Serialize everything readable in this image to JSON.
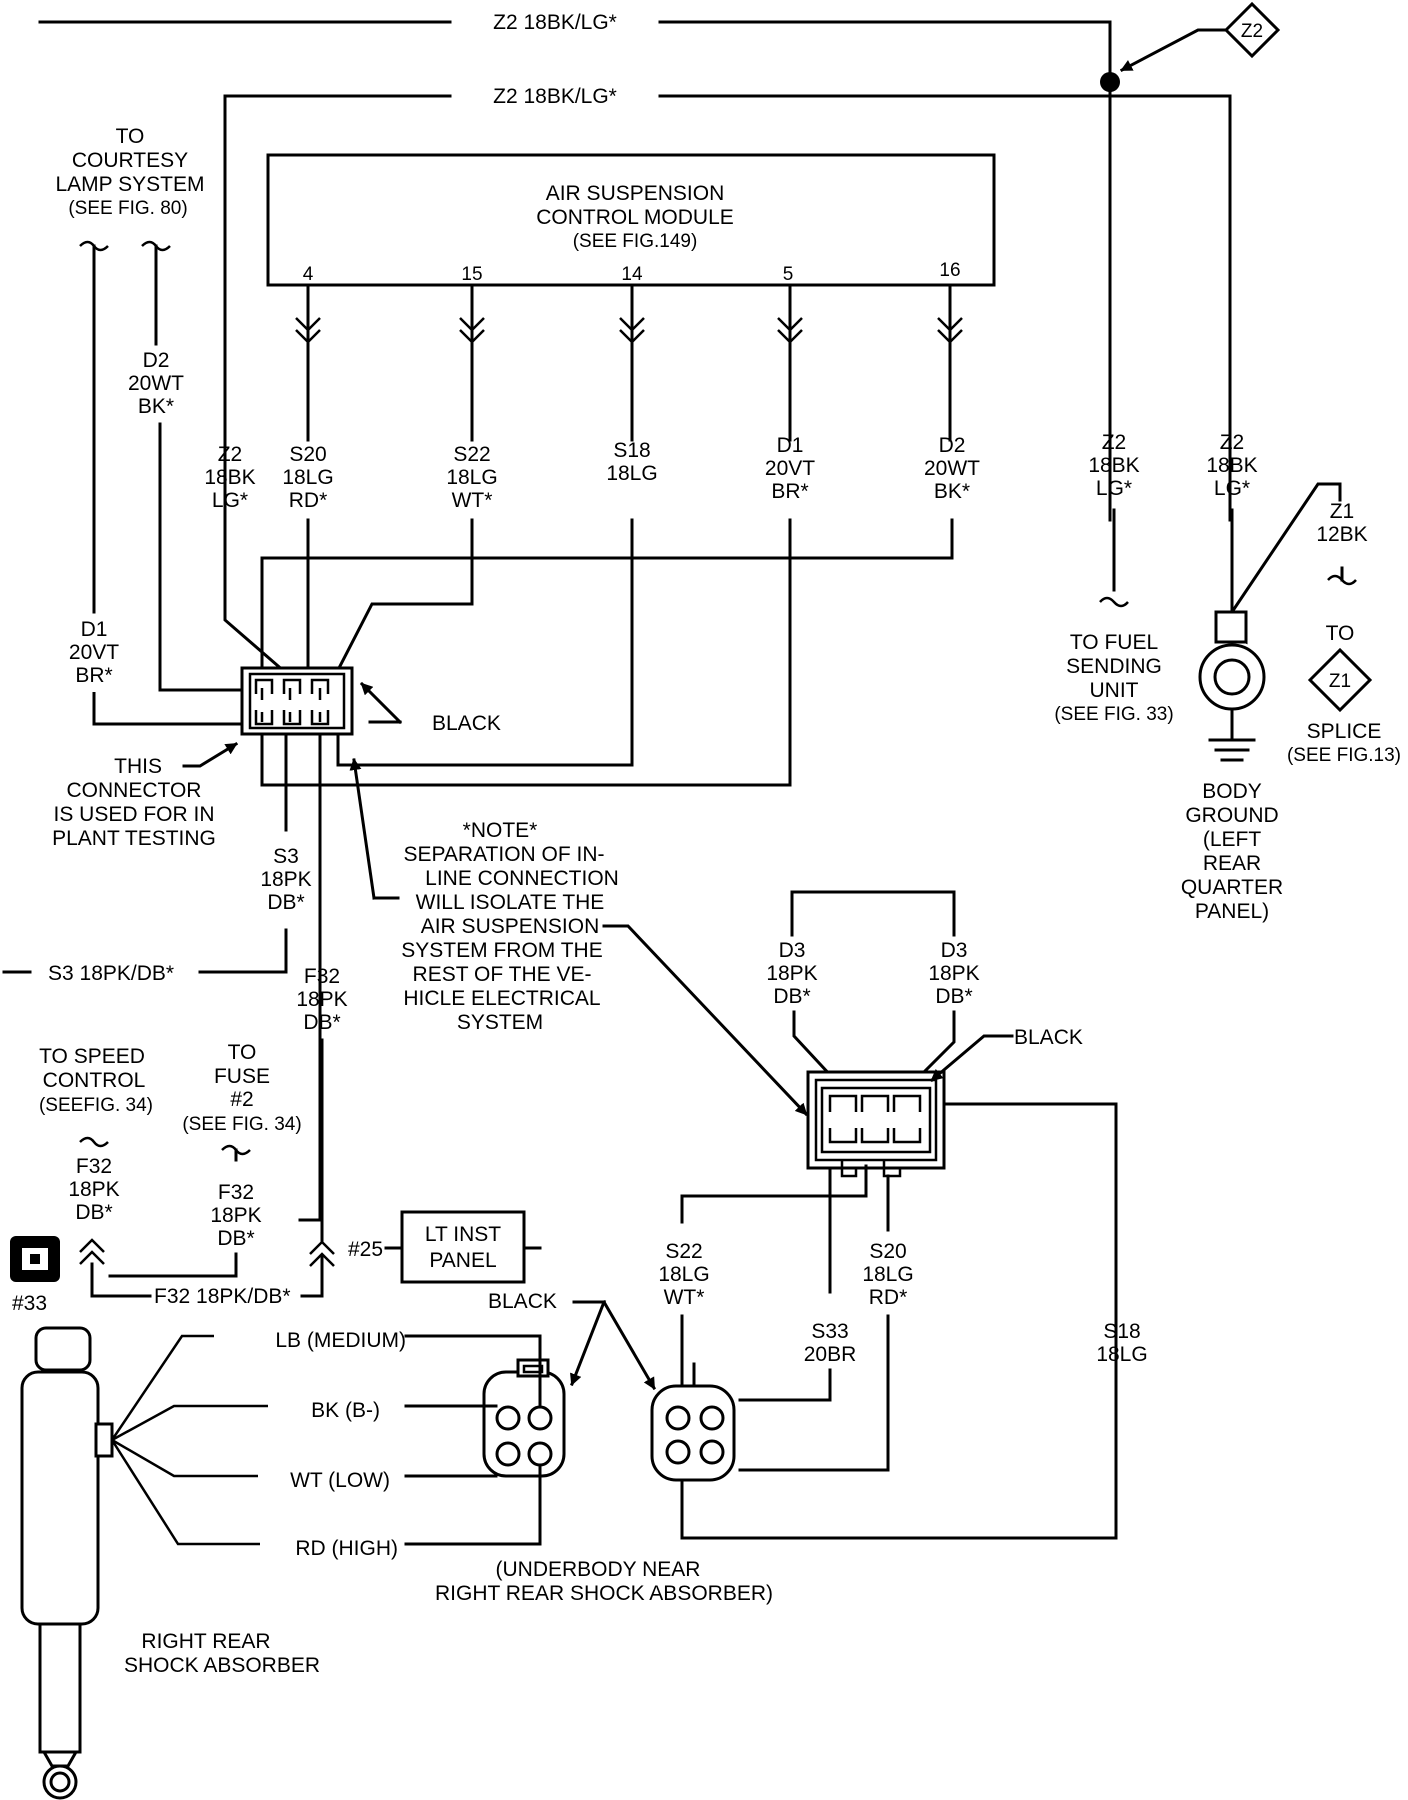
{
  "wires_top": [
    "Z2 18BK/LG*",
    "Z2 18BK/LG*"
  ],
  "z2_marker": "Z2",
  "z1_marker": "Z1",
  "module": {
    "title_lines": [
      "AIR SUSPENSION",
      "CONTROL MODULE",
      "(SEE FIG.149)"
    ],
    "pins": [
      "4",
      "15",
      "14",
      "5",
      "16"
    ]
  },
  "courtesy": [
    "TO",
    "COURTESY",
    "LAMP SYSTEM",
    "(SEE FIG. 80)"
  ],
  "wire_d2_left": [
    "D2",
    "20WT",
    "BK*"
  ],
  "wire_z2_left": [
    "Z2",
    "18BK",
    "LG*"
  ],
  "wire_s20": [
    "S20",
    "18LG",
    "RD*"
  ],
  "wire_s22": [
    "S22",
    "18LG",
    "WT*"
  ],
  "wire_s18": [
    "S18",
    "18LG"
  ],
  "wire_d1": [
    "D1",
    "20VT",
    "BR*"
  ],
  "wire_d2_right": [
    "D2",
    "20WT",
    "BK*"
  ],
  "wire_z2_fuel": [
    "Z2",
    "18BK",
    "LG*"
  ],
  "wire_z2_ground": [
    "Z2",
    "18BK",
    "LG*"
  ],
  "wire_z1": [
    "Z1",
    "12BK"
  ],
  "fuel_unit": [
    "TO FUEL",
    "SENDING",
    "UNIT",
    "(SEE FIG. 33)"
  ],
  "body_ground": [
    "BODY",
    "GROUND",
    "(LEFT",
    "REAR",
    "QUARTER",
    "PANEL)"
  ],
  "splice": {
    "to": "TO",
    "lines": [
      "SPLICE",
      "(SEE FIG.13)"
    ]
  },
  "wire_d1_left": [
    "D1",
    "20VT",
    "BR*"
  ],
  "black_label": "BLACK",
  "test_connector": [
    "THIS",
    "CONNECTOR",
    "IS USED FOR IN",
    "PLANT TESTING"
  ],
  "wire_s3": [
    "S3",
    "18PK",
    "DB*"
  ],
  "wire_s3_horiz": "S3 18PK/DB*",
  "note": [
    "*NOTE*",
    "SEPARATION OF IN-",
    "LINE CONNECTION",
    "WILL ISOLATE THE",
    "AIR SUSPENSION",
    "SYSTEM FROM THE",
    "REST OF THE VE-",
    "HICLE ELECTRICAL",
    "SYSTEM"
  ],
  "wire_f32_mid": [
    "F32",
    "18PK",
    "DB*"
  ],
  "speed_control": [
    "TO SPEED",
    "CONTROL",
    "(SEEFIG. 34)"
  ],
  "fuse": [
    "TO",
    "FUSE",
    "#2",
    "(SEE FIG. 34)"
  ],
  "wire_f32_a": [
    "F32",
    "18PK",
    "DB*"
  ],
  "wire_f32_b": [
    "F32",
    "18PK",
    "DB*"
  ],
  "connector_25": "#25",
  "inst_panel": [
    "LT INST",
    "PANEL"
  ],
  "wire_f32_horiz": "F32 18PK/DB*",
  "connector_33": "#33",
  "wire_d3_a": [
    "D3",
    "18PK",
    "DB*"
  ],
  "wire_d3_b": [
    "D3",
    "18PK",
    "DB*"
  ],
  "wire_s22_low": [
    "S22",
    "18LG",
    "WT*"
  ],
  "wire_s20_low": [
    "S20",
    "18LG",
    "RD*"
  ],
  "wire_s33": [
    "S33",
    "20BR"
  ],
  "wire_s18_low": [
    "S18",
    "18LG"
  ],
  "shock_wires": [
    "LB (MEDIUM)",
    "BK (B-)",
    "WT (LOW)",
    "RD (HIGH)"
  ],
  "underbody": [
    "(UNDERBODY NEAR",
    "RIGHT REAR SHOCK ABSORBER)"
  ],
  "shock_label": [
    "RIGHT REAR",
    "SHOCK ABSORBER"
  ]
}
